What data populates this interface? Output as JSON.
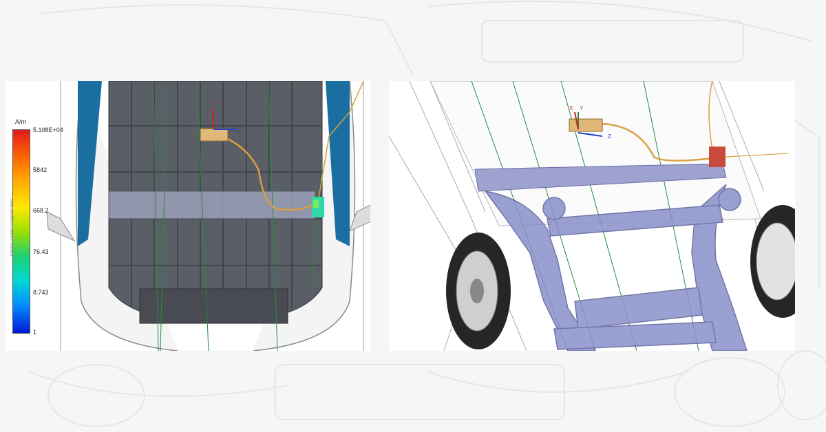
{
  "legend": {
    "unit": "A/m",
    "ticks": [
      "5.108E+04",
      "5842",
      "668.2",
      "76.43",
      "8.743",
      "1"
    ],
    "title": "Electric current / magnetic field"
  },
  "axes_left": {
    "y": "Y",
    "z": "Z"
  },
  "axes_right": {
    "x": "X",
    "y": "Y",
    "z": "Z"
  },
  "colors": {
    "cable": "#d8a040",
    "wireframe": "#2a8a3a",
    "frame": "#7a80c0",
    "roof": "#5a5e66"
  }
}
